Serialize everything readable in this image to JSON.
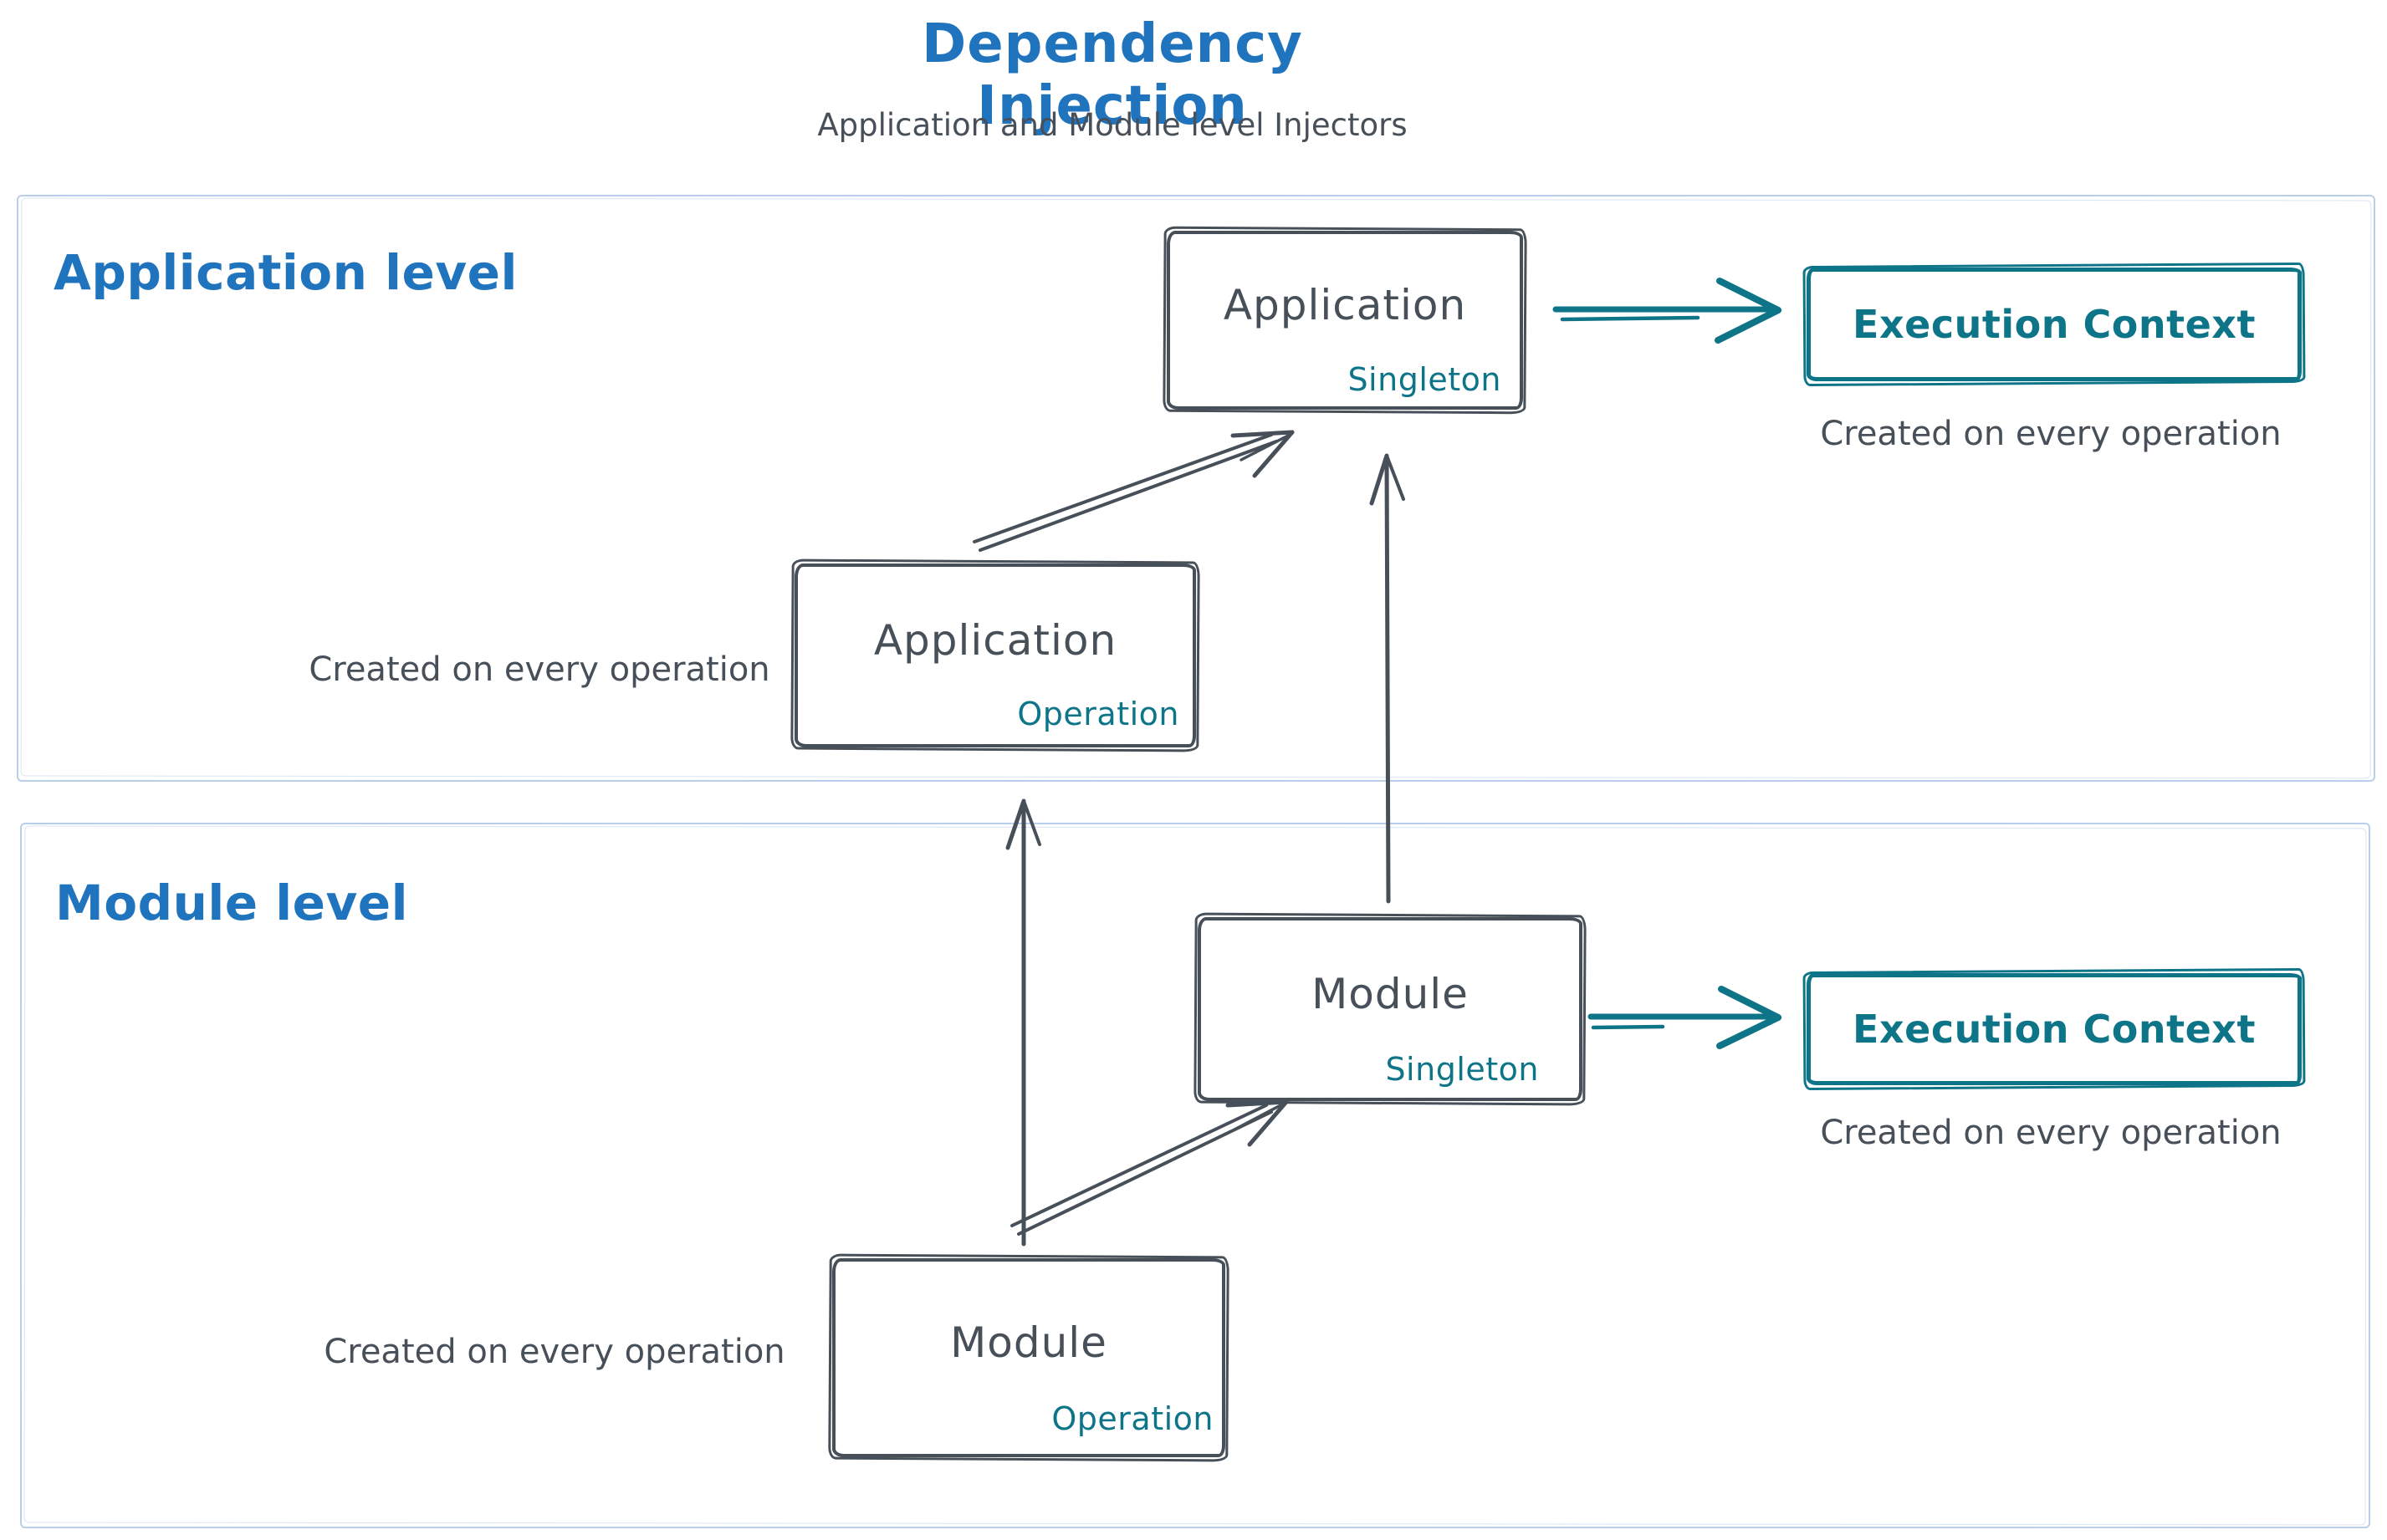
{
  "title": "Dependency Injection",
  "subtitle": "Application and Module level Injectors",
  "colors": {
    "accent_blue": "#1f74bd",
    "stroke_dark": "#474f58",
    "accent_teal": "#0e7589",
    "zone_border": "#b9cfe9",
    "background": "#ffffff"
  },
  "zones": {
    "application": {
      "label": "Application level"
    },
    "module": {
      "label": "Module level"
    }
  },
  "nodes": {
    "app_singleton": {
      "title": "Application",
      "badge": "Singleton"
    },
    "app_operation": {
      "title": "Application",
      "badge": "Operation"
    },
    "module_singleton": {
      "title": "Module",
      "badge": "Singleton"
    },
    "module_operation": {
      "title": "Module",
      "badge": "Operation"
    },
    "exec_context_app": {
      "title": "Execution Context"
    },
    "exec_context_module": {
      "title": "Execution Context"
    }
  },
  "captions": {
    "exec_context_app": "Created on every operation",
    "app_operation": "Created on every operation",
    "exec_context_module": "Created on every operation",
    "module_operation": "Created on every operation"
  }
}
